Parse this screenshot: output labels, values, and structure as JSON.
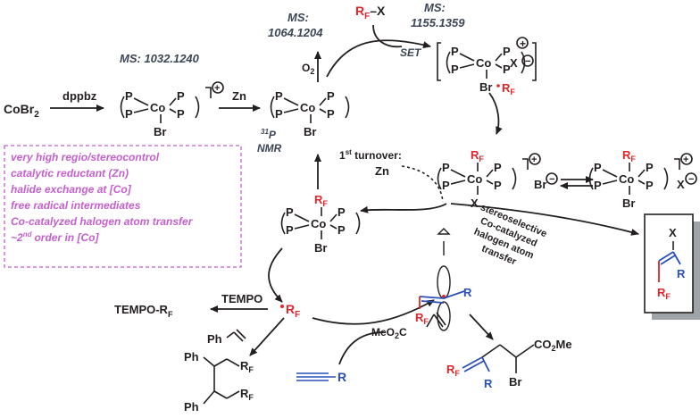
{
  "reagents": {
    "cobr2": "CoBr",
    "cobr2_sub": "2",
    "dppbz": "dppbz",
    "zn": "Zn",
    "o2": "O",
    "o2_sub": "2",
    "set": "SET",
    "rfx": "R",
    "rfx_sub": "F",
    "rfx_x": "–X",
    "tempo": "TEMPO",
    "tempo_rf": "TEMPO-R",
    "tempo_rf_sub": "F",
    "zn2": "Zn",
    "first_turnover_1": "1",
    "first_turnover_sup": "st",
    "first_turnover_2": " turnover:",
    "ph": "Ph",
    "alkyne_r": "R",
    "acrylate": "MeO",
    "acrylate_sub": "2",
    "acrylate_c": "C"
  },
  "ms": {
    "ms1": "MS: 1032.1240",
    "ms2a": "MS:",
    "ms2b": "1064.1204",
    "ms3a": "MS:",
    "ms3b": "1155.1359"
  },
  "nmr": {
    "sup": "31",
    "p": "P",
    "nmr": "NMR"
  },
  "complex": {
    "p": "P",
    "co": "Co",
    "br": "Br",
    "x": "X",
    "rf": "R",
    "rf_sub": "F",
    "plus": "+",
    "minus": "−"
  },
  "legend": {
    "lines": [
      "very high regio/stereocontrol",
      "catalytic reductant (Zn)",
      "halide exchange at [Co]",
      "free radical intermediates",
      "Co-catalyzed halogen atom transfer",
      "~2",
      "order in [Co]"
    ],
    "sup": "nd",
    "color": "#c55fcf"
  },
  "product_label": [
    "stereoselective",
    "Co-catalyzed",
    "halogen atom",
    "transfer"
  ],
  "products": {
    "co2me": "CO",
    "co2me_sub": "2",
    "co2me_me": "Me",
    "br": "Br",
    "r": "R",
    "x": "X"
  }
}
